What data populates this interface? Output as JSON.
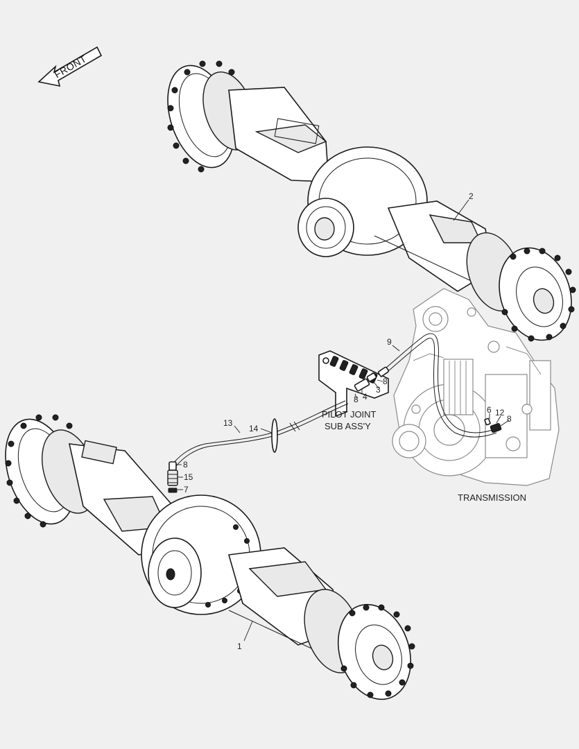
{
  "direction": {
    "label": "FRONT"
  },
  "captions": {
    "pilot_joint": [
      "PILOT JOINT",
      "SUB ASS'Y"
    ],
    "transmission": "TRANSMISSION"
  },
  "callouts": {
    "c1": "1",
    "c2": "2",
    "c3": "3",
    "c4": "4",
    "c6": "6",
    "c7": "7",
    "c8a": "8",
    "c8b": "8",
    "c8c": "8",
    "c8d": "8",
    "c9": "9",
    "c12": "12",
    "c13": "13",
    "c14": "14",
    "c15": "15"
  }
}
